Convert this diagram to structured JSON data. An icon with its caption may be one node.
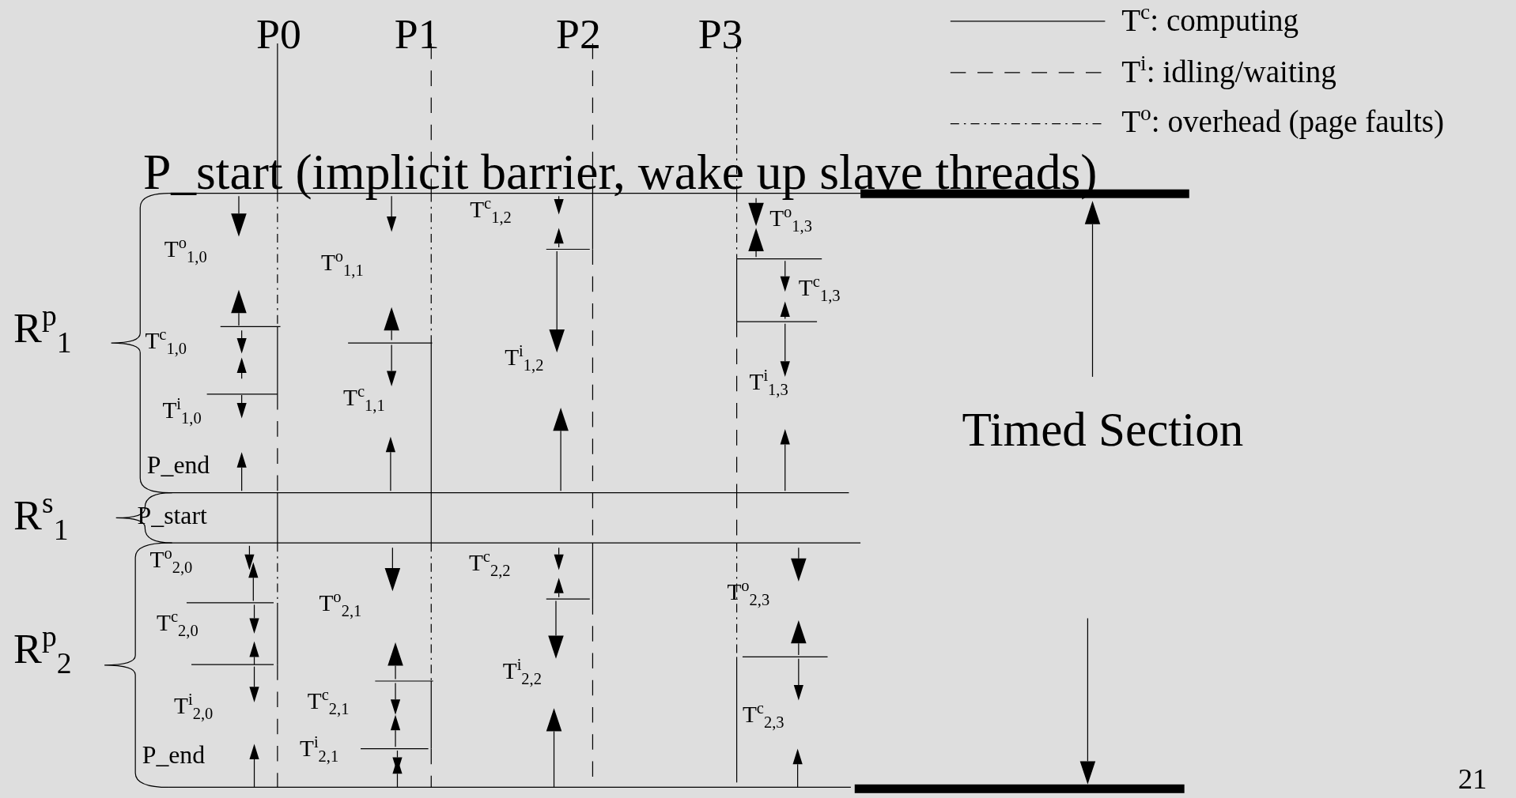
{
  "diagram": {
    "labels": [
      "P0",
      "P1",
      "P2",
      "P3",
      "P_start (implicit barrier, wake up slave threads)",
      "T$^{c}$$_{1,2}$",
      "T$^{o}$$_{1,3}$",
      "T$^{o}$$_{1,0}$",
      "T$^{o}$$_{1,1}$",
      "T$^{c}$$_{1,3}$",
      "R$^{p}$$_{1}$",
      "T$^{c}$$_{1,0}$",
      "T$^{i}$$_{1,2}$",
      "T$^{i}$$_{1,3}$",
      "T$^{c}$$_{1,1}$",
      "T$^{i}$$_{1,0}$",
      "Timed Section",
      "P_end",
      "R$^{s}$$_{1}$",
      "P_start",
      "T$^{o}$$_{2,0}$",
      "T$^{c}$$_{2,2}$",
      "T$^{o}$$_{2,3}$",
      "T$^{o}$$_{2,1}$",
      "T$^{c}$$_{2,0}$",
      "R$^{p}$$_{2}$",
      "T$^{i}$$_{2,2}$",
      "T$^{c}$$_{2,1}$",
      "T$^{i}$$_{2,0}$",
      "T$^{c}$$_{2,3}$",
      "T$^{i}$$_{2,1}$",
      "P_end",
      "21"
    ],
    "legend": [
      {
        "text": "T$^{c}$: computing"
      },
      {
        "text": "T$^{i}$: idling/waiting"
      },
      {
        "text": "T$^{o}$: overhead (page faults)"
      }
    ]
  }
}
